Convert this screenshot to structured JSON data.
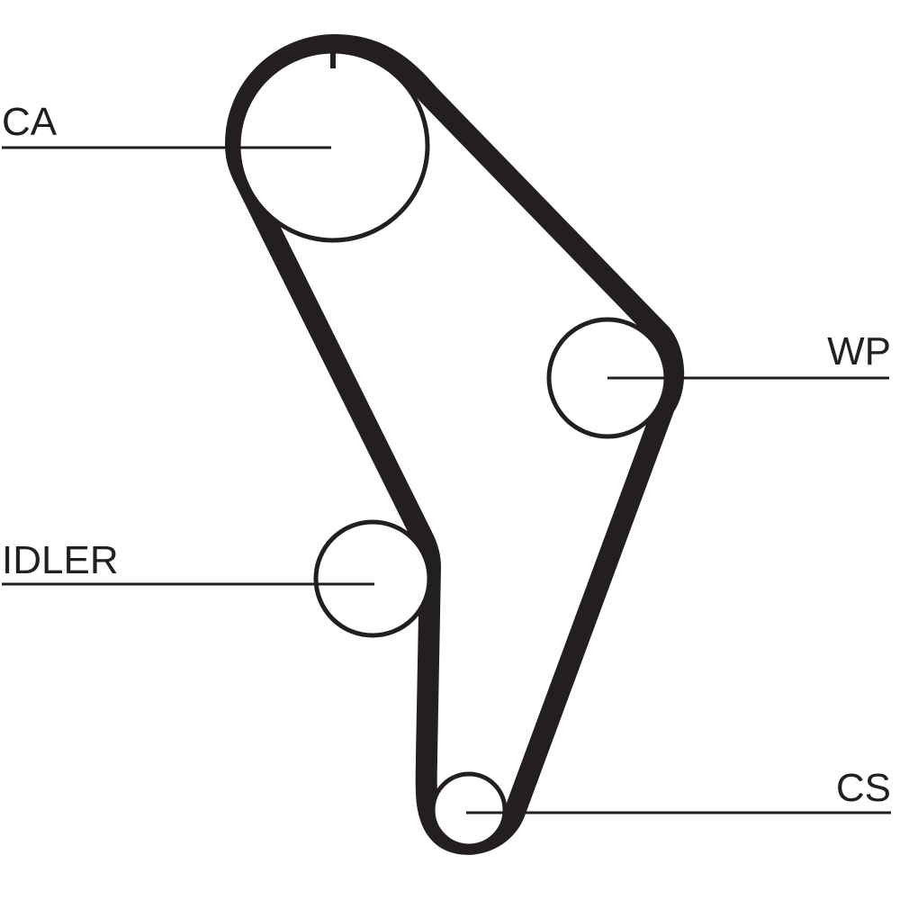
{
  "labels": {
    "ca": "CA",
    "wp": "WP",
    "idler": "IDLER",
    "cs": "CS"
  },
  "colors": {
    "ink": "#231f20",
    "background": "#ffffff"
  }
}
